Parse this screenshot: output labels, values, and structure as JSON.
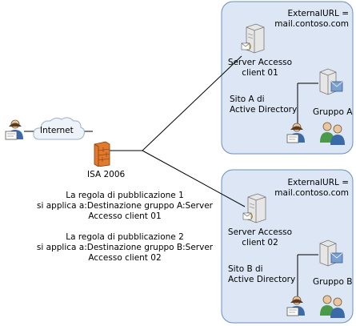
{
  "left": {
    "internet_label": "Internet",
    "firewall_label": "ISA 2006",
    "rule1": {
      "line1": "La regola di pubblicazione 1",
      "line2": "si applica a:Destinazione gruppo A:Server",
      "line3": "Accesso client 01"
    },
    "rule2": {
      "line1": "La regola di pubblicazione 2",
      "line2": "si applica a:Destinazione gruppo B:Server",
      "line3": "Accesso client 02"
    }
  },
  "site_a": {
    "external_url_line1": "ExternalURL =",
    "external_url_line2": "mail.contoso.com",
    "server_line1": "Server Accesso",
    "server_line2": "client 01",
    "site_line1": "Sito A di",
    "site_line2": "Active Directory",
    "group_label": "Gruppo A"
  },
  "site_b": {
    "external_url_line1": "ExternalURL =",
    "external_url_line2": "mail.contoso.com",
    "server_line1": "Server Accesso",
    "server_line2": "client 02",
    "site_line1": "Sito B di",
    "site_line2": "Active Directory",
    "group_label": "Gruppo B"
  },
  "colors": {
    "site_fill": "#dce6f4",
    "site_border": "#6a8fc0",
    "cloud_fill": "#eef3fa",
    "cloud_border": "#9ab0cc",
    "firewall": "#e07a2e"
  }
}
